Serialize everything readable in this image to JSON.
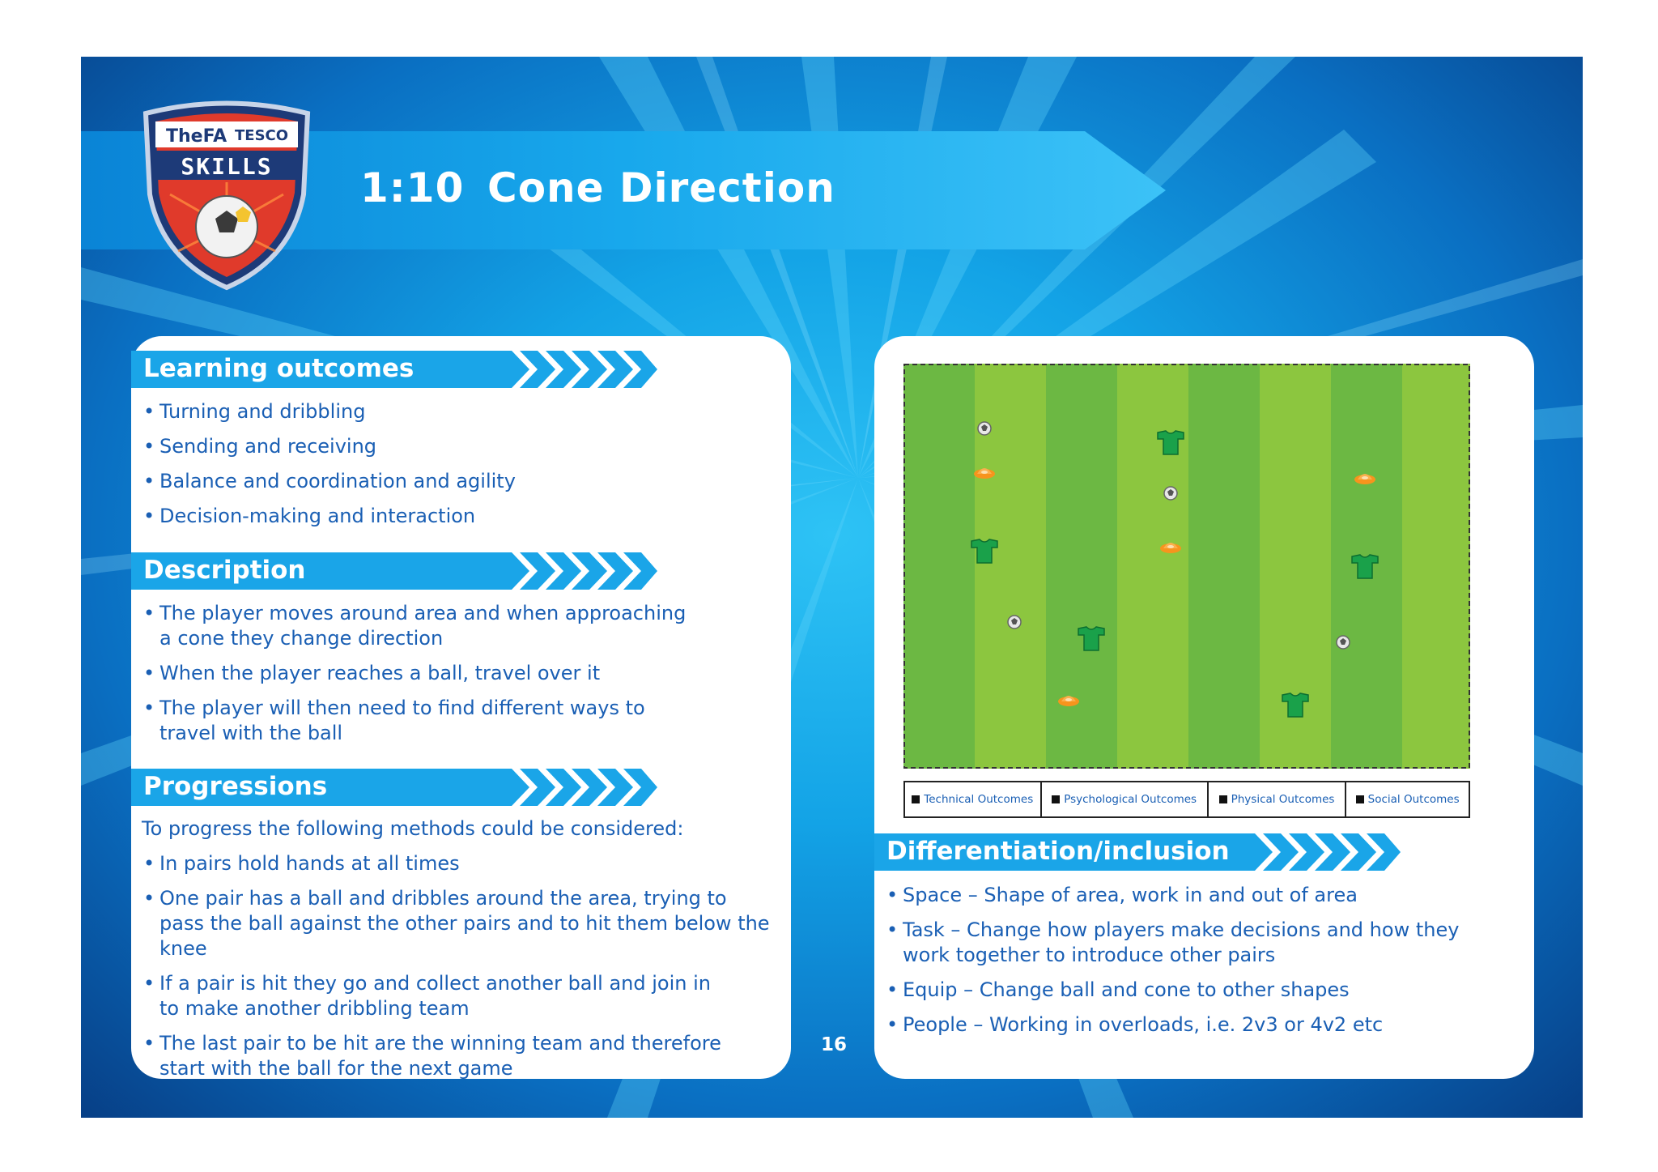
{
  "header": {
    "number": "1:10",
    "title": "Cone Direction"
  },
  "logo": {
    "line1": "TheFA",
    "line2": "TESCO",
    "line3": "SKILLS"
  },
  "colors": {
    "accent": "#1aa5e8",
    "text_blue": "#1a5fb4",
    "pitch_light": "#8cc63f",
    "pitch_dark": "#6cb843",
    "cone": "#f7941d",
    "bib": "#1aa14a"
  },
  "learning_outcomes": {
    "heading": "Learning outcomes",
    "items": [
      "Turning and dribbling",
      "Sending and receiving",
      "Balance and coordination and agility",
      "Decision-making and interaction"
    ]
  },
  "description": {
    "heading": "Description",
    "items": [
      "The player moves around area and when approaching a cone they change direction",
      "When the player reaches a ball, travel over it",
      "The player will then need to find different ways to travel with the ball"
    ]
  },
  "progressions": {
    "heading": "Progressions",
    "intro": "To progress the following methods could be considered:",
    "items": [
      "In pairs hold hands at all times",
      "One pair has a ball and dribbles around the area, trying to pass the ball against the other pairs and to hit them below the knee",
      "If a pair is hit they go and collect another ball and join in to make another dribbling team",
      "The last pair to be hit are the winning team and therefore start with the ball for the next game"
    ]
  },
  "page_number": "16",
  "legend": [
    "Technical Outcomes",
    "Psychological Outcomes",
    "Physical Outcomes",
    "Social Outcomes"
  ],
  "differentiation": {
    "heading": "Differentiation/inclusion",
    "items": [
      "Space – Shape of area, work in and out of area",
      "Task – Change how players make decisions and how they work together to introduce other pairs",
      "Equip – Change ball and cone to other shapes",
      "People – Working in overloads, i.e. 2v3 or 4v2 etc"
    ]
  }
}
